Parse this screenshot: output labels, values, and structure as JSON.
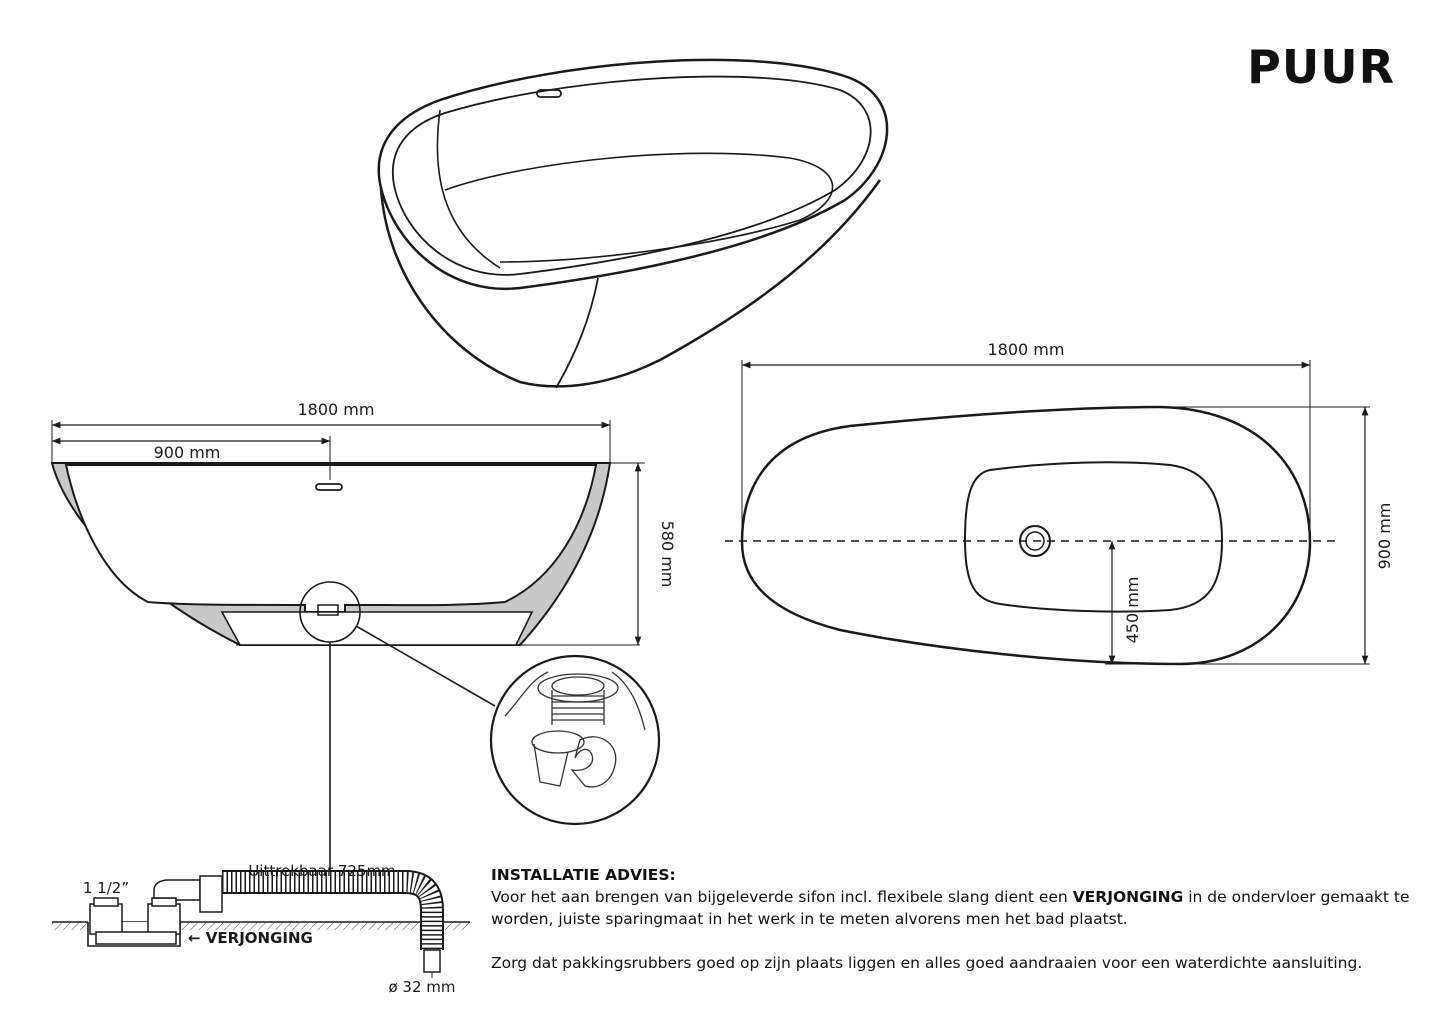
{
  "brand": "PUUR",
  "dimensions": {
    "top_length": "1800 mm",
    "side_length": "1800 mm",
    "side_half": "900 mm",
    "side_height": "580 mm",
    "top_width": "900 mm",
    "drain_offset": "450 mm"
  },
  "siphon": {
    "extendable": "Uittrekbaar 725mm",
    "thread": "1 1/2”",
    "reduction": "← VERJONGING",
    "diameter": "ø 32 mm"
  },
  "advice": {
    "heading": "INSTALLATIE ADVIES:",
    "p1_a": "Voor het aan brengen van bijgeleverde sifon incl. flexibele slang dient een ",
    "p1_bold": "VERJONGING",
    "p1_b": " in de ondervloer gemaakt te worden, juiste sparingmaat in het werk in te meten alvorens men het bad plaatst.",
    "p2": "Zorg dat pakkingsrubbers goed op zijn plaats liggen en alles goed aandraaien voor een waterdichte aansluiting."
  },
  "colors": {
    "line": "#1a1a1a",
    "section_fill": "#c8c8c8"
  }
}
